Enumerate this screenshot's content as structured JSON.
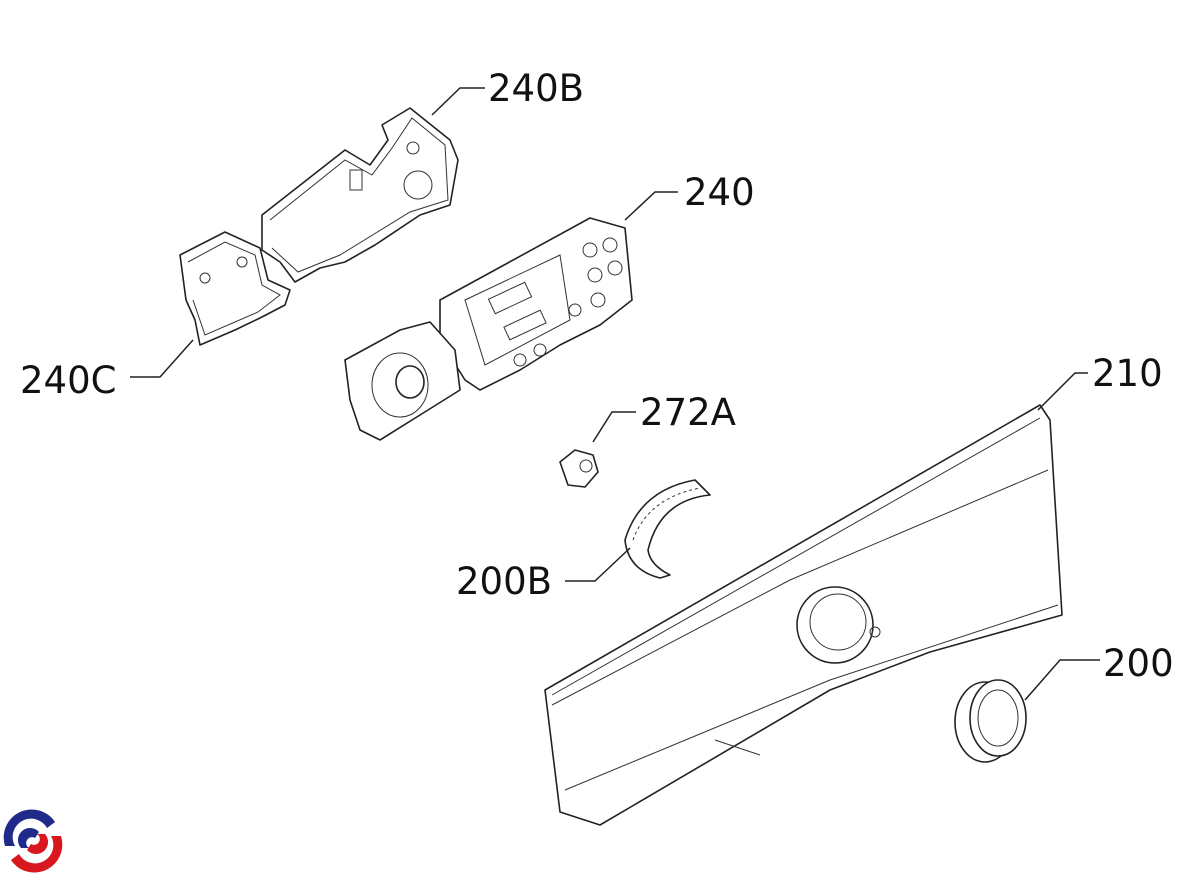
{
  "diagram": {
    "type": "exploded-parts-view",
    "labels": {
      "p240B": "240B",
      "p240": "240",
      "p240C": "240C",
      "p272A": "272A",
      "p210": "210",
      "p200B": "200B",
      "p200": "200"
    },
    "logo": {
      "colors": {
        "blue": "#1f2a8a",
        "red": "#d8171e"
      }
    }
  }
}
